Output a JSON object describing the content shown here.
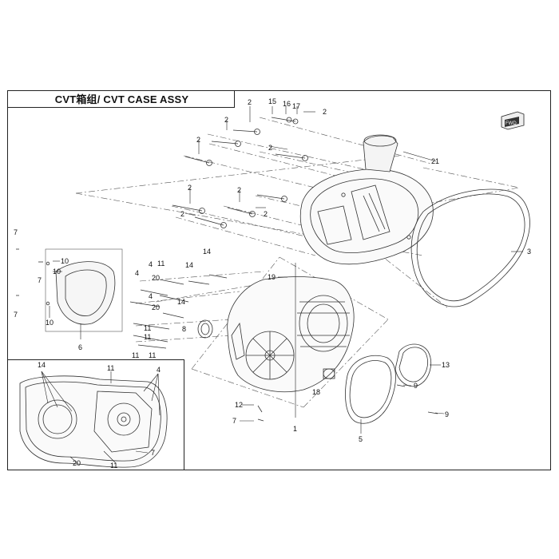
{
  "header": {
    "title": "CVT箱组/ CVT CASE ASSY"
  },
  "fwd_icon": {
    "name": "fwd-arrow-icon",
    "label": "FWD"
  },
  "callouts": {
    "c1": "1",
    "c2a": "2",
    "c2b": "2",
    "c2c": "2",
    "c2d": "2",
    "c2e": "2",
    "c2f": "2",
    "c2g": "2",
    "c2h": "2",
    "c2i": "2",
    "c3": "3",
    "c4a": "4",
    "c4b": "4",
    "c4c": "4",
    "c4d": "4",
    "c5": "5",
    "c6": "6",
    "c7a": "7",
    "c7b": "7",
    "c7c": "7",
    "c7d": "7",
    "c7e": "7",
    "c8": "8",
    "c9a": "9",
    "c9b": "9",
    "c10a": "10",
    "c10b": "10",
    "c10c": "10",
    "c11a": "11",
    "c11b": "11",
    "c11c": "11",
    "c11d": "11",
    "c11e": "11",
    "c11f": "11",
    "c11g": "11",
    "c12": "12",
    "c13": "13",
    "c14a": "14",
    "c14b": "14",
    "c14c": "14",
    "c14d": "14",
    "c15": "15",
    "c16": "16",
    "c17": "17",
    "c18": "18",
    "c19": "19",
    "c20a": "20",
    "c20b": "20",
    "c20c": "20",
    "c21": "21"
  }
}
